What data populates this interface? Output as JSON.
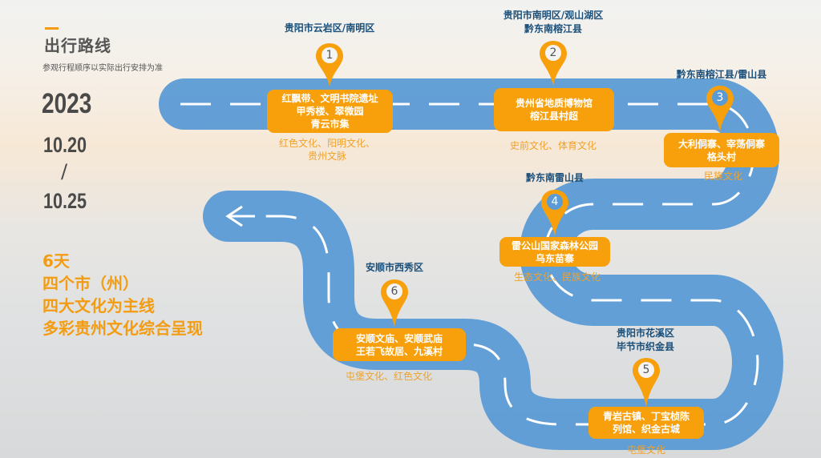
{
  "header": {
    "title": "出行路线",
    "subtitle": "参观行程顺序以实际出行安排为准"
  },
  "dates": {
    "year": "2023",
    "start": "10.20",
    "separator": "/",
    "end": "10.25"
  },
  "summary": [
    "6天",
    "四个市（州）",
    "四大文化为主线",
    "多彩贵州文化综合呈现"
  ],
  "colors": {
    "road": "#5b9bd5",
    "accent": "#f7a00c",
    "location": "#1a4f7a"
  },
  "stops": [
    {
      "num": "1",
      "location": [
        "贵阳市云岩区/南明区"
      ],
      "sites": [
        "红飘带、文明书院遗址",
        "甲秀楼、翠微园",
        "青云市集"
      ],
      "culture": [
        "红色文化、阳明文化、",
        "贵州文脉"
      ]
    },
    {
      "num": "2",
      "location": [
        "贵阳市南明区/观山湖区",
        "黔东南榕江县"
      ],
      "sites": [
        "贵州省地质博物馆",
        "榕江县村超"
      ],
      "culture": [
        "史前文化、体育文化"
      ]
    },
    {
      "num": "3",
      "location": [
        "黔东南榕江县/雷山县"
      ],
      "sites": [
        "大利侗寨、宰荡侗寨",
        "格头村"
      ],
      "culture": [
        "民族文化"
      ]
    },
    {
      "num": "4",
      "location": [
        "黔东南雷山县"
      ],
      "sites": [
        "雷公山国家森林公园",
        "乌东苗寨"
      ],
      "culture": [
        "生态文化、民族文化"
      ]
    },
    {
      "num": "5",
      "location": [
        "贵阳市花溪区",
        "毕节市织金县"
      ],
      "sites": [
        "青岩古镇、丁宝桢陈",
        "列馆、织金古城"
      ],
      "culture": [
        "屯堡文化"
      ]
    },
    {
      "num": "6",
      "location": [
        "安顺市西秀区"
      ],
      "sites": [
        "安顺文庙、安顺武庙",
        "王若飞故居、九溪村"
      ],
      "culture": [
        "屯堡文化、红色文化"
      ]
    }
  ]
}
